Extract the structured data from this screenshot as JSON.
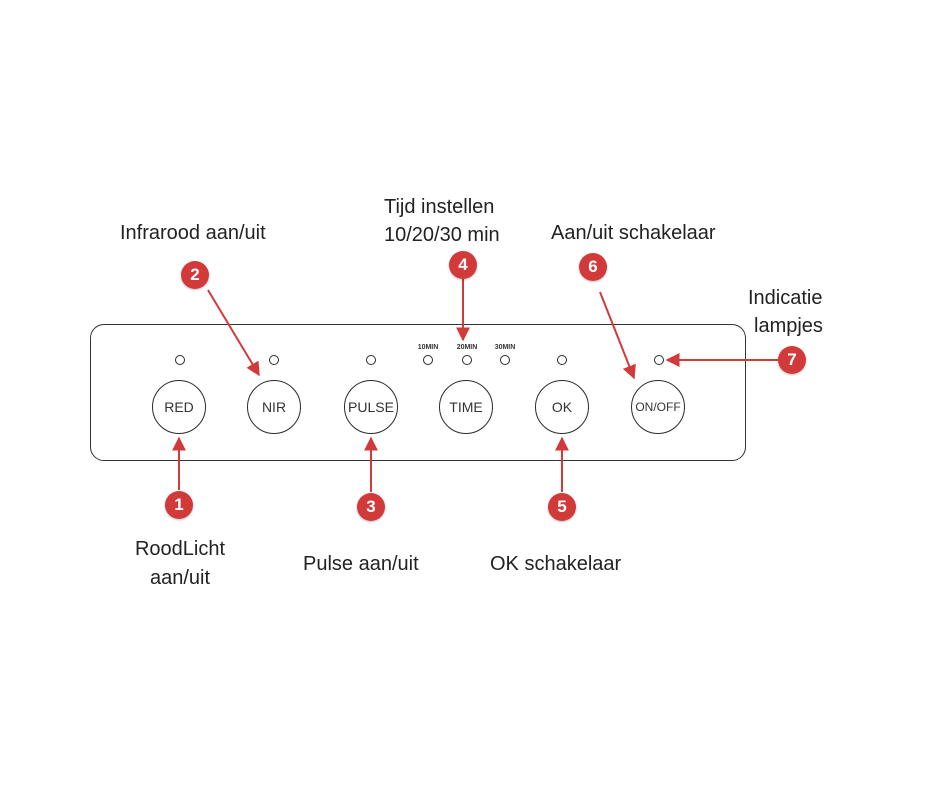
{
  "panel": {
    "buttons": [
      {
        "label": "RED"
      },
      {
        "label": "NIR"
      },
      {
        "label": "PULSE"
      },
      {
        "label": "TIME"
      },
      {
        "label": "OK"
      },
      {
        "label": "ON/OFF"
      }
    ],
    "time_options": [
      "10MIN",
      "20MIN",
      "30MIN"
    ]
  },
  "callouts": [
    {
      "number": "1",
      "text_line1": "RoodLicht",
      "text_line2": "aan/uit"
    },
    {
      "number": "2",
      "text_line1": "Infrarood aan/uit"
    },
    {
      "number": "3",
      "text_line1": "Pulse aan/uit"
    },
    {
      "number": "4",
      "text_line1": "Tijd instellen",
      "text_line2": "10/20/30 min"
    },
    {
      "number": "5",
      "text_line1": "OK schakelaar"
    },
    {
      "number": "6",
      "text_line1": "Aan/uit schakelaar"
    },
    {
      "number": "7",
      "text_line1": "Indicatie",
      "text_line2": "lampjes"
    }
  ],
  "colors": {
    "accent": "#d23a3a",
    "outline": "#2a2a2a"
  }
}
